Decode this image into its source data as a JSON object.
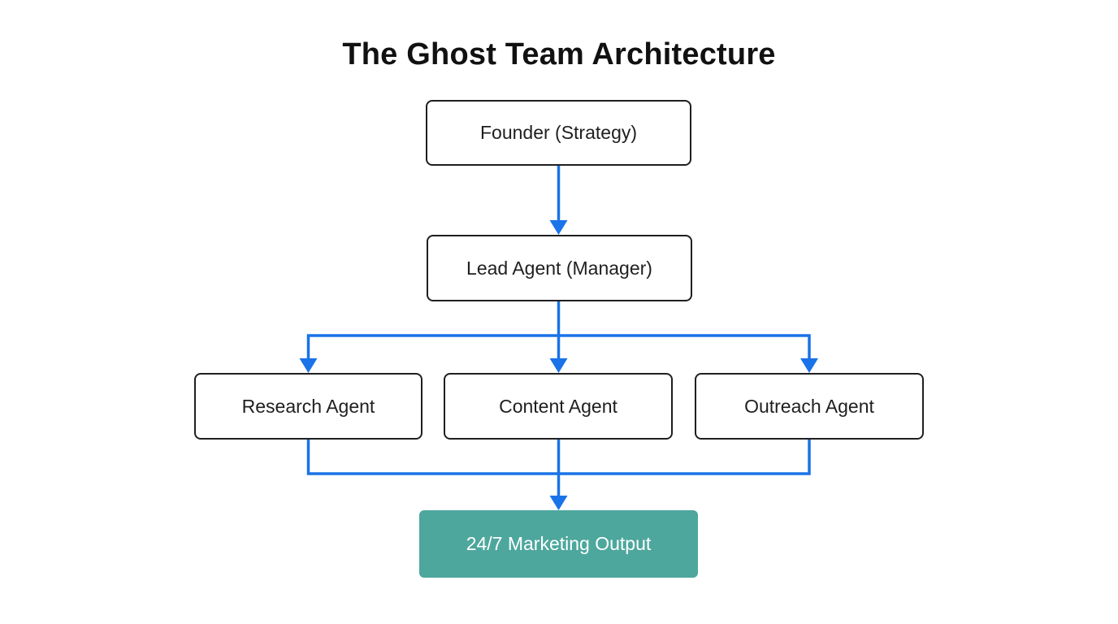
{
  "title": "The Ghost Team Architecture",
  "colors": {
    "background": "#ffffff",
    "arrow": "#1a73e8",
    "node_border": "#1f1f1f",
    "node_text": "#1f1f1f",
    "output_fill": "#4da79d",
    "output_text": "#ffffff"
  },
  "nodes": {
    "founder": {
      "label": "Founder (Strategy)"
    },
    "lead": {
      "label": "Lead Agent (Manager)"
    },
    "research": {
      "label": "Research Agent"
    },
    "content": {
      "label": "Content Agent"
    },
    "outreach": {
      "label": "Outreach Agent"
    },
    "output": {
      "label": "24/7 Marketing Output"
    }
  },
  "edges": [
    {
      "from": "founder",
      "to": "lead"
    },
    {
      "from": "lead",
      "to": "research"
    },
    {
      "from": "lead",
      "to": "content"
    },
    {
      "from": "lead",
      "to": "outreach"
    },
    {
      "from": "research",
      "to": "output"
    },
    {
      "from": "content",
      "to": "output"
    },
    {
      "from": "outreach",
      "to": "output"
    }
  ]
}
